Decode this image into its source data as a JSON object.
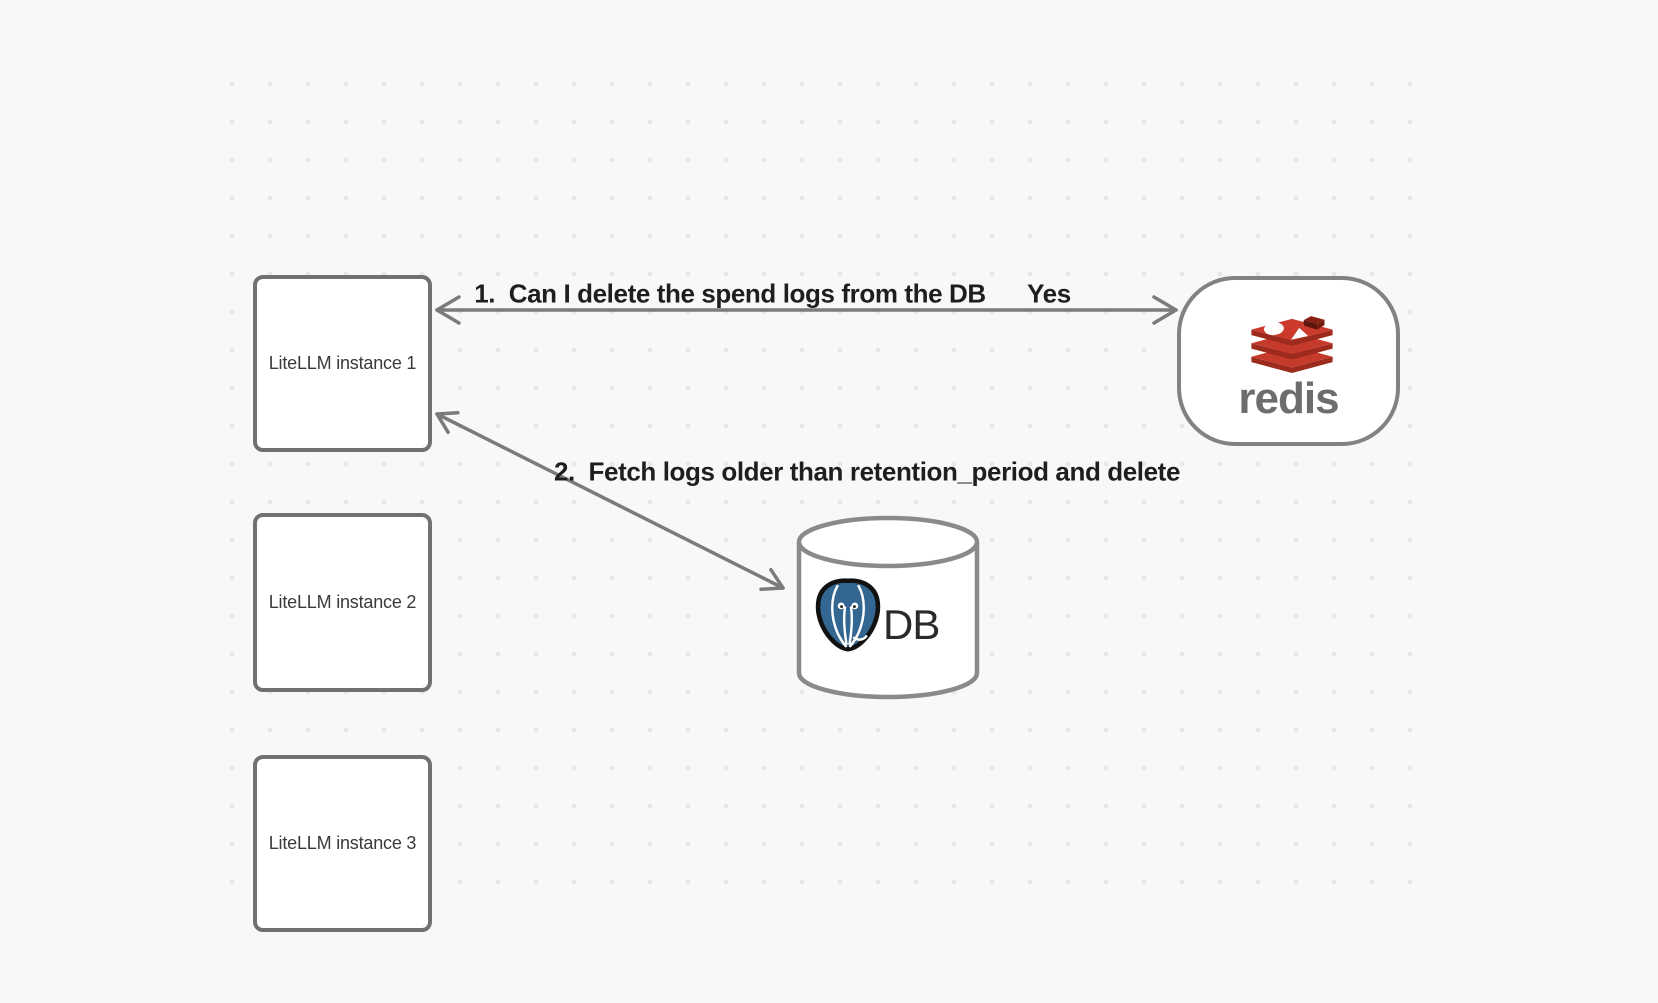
{
  "canvas": {
    "background": "#f8f8f8",
    "dot_color": "#e7e7e7"
  },
  "nodes": {
    "litellm_instances": [
      {
        "label": "LiteLLM instance 1"
      },
      {
        "label": "LiteLLM instance 2"
      },
      {
        "label": "LiteLLM instance 3"
      }
    ],
    "redis": {
      "wordmark": "redis",
      "icon": "redis-stack-logo",
      "colors": {
        "red": "#c63a2c",
        "dark_red": "#9c2b1d",
        "wordmark_gray": "#6d6d6d"
      }
    },
    "database": {
      "label": "DB",
      "icon": "postgresql-elephant-logo",
      "colors": {
        "postgres_blue": "#336791"
      }
    }
  },
  "arrows": [
    {
      "label": "1.  Can I delete the spend logs from the DB",
      "response": "Yes",
      "from": "redis",
      "to": "LiteLLM instance 1",
      "style": "bidirectional"
    },
    {
      "label": "2.  Fetch logs older than retention_period and delete",
      "from": "LiteLLM instance 1",
      "to": "DB",
      "style": "bidirectional"
    }
  ],
  "colors": {
    "node_border": "#717171",
    "container_border": "#828282",
    "arrow": "#7b7b7b",
    "edge_label_text": "#1e1e1e",
    "node_label_text": "#3a3a3a"
  }
}
